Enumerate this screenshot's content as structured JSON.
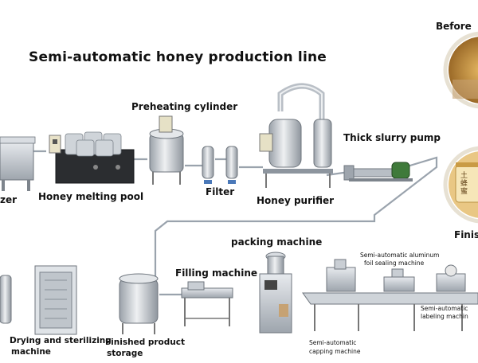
{
  "title": "Semi-automatic honey production line",
  "labels": {
    "before": "Before",
    "finish": "Finis",
    "liquefier_partial": "zer",
    "honey_melting_pool": "Honey melting pool",
    "preheating_cylinder": "Preheating cylinder",
    "filter": "Filter",
    "honey_purifier": "Honey purifier",
    "thick_slurry_pump": "Thick slurry pump",
    "packing_machine": "packing machine",
    "filling_machine": "Filling machine",
    "foil_sealing_line1": "Semi-automatic aluminum",
    "foil_sealing_line2": "foil sealing machine",
    "labeling_line1": "Semi-automatic",
    "labeling_line2": "labeling machin",
    "capping_line1": "Semi-automatic",
    "capping_line2": "capping machine",
    "drying_line1": "Drying and sterilizing",
    "drying_line2": "machine",
    "storage_line1": "Finished product",
    "storage_line2": "storage",
    "jar_text": "土蜂蜜"
  },
  "colors": {
    "steel": "#c9ced4",
    "steel_dark": "#8d959e",
    "pipe": "#9aa3ad",
    "pump_green": "#3f7a3a",
    "honey": "#c98a2a",
    "blue_tank": "#4a78b8"
  }
}
